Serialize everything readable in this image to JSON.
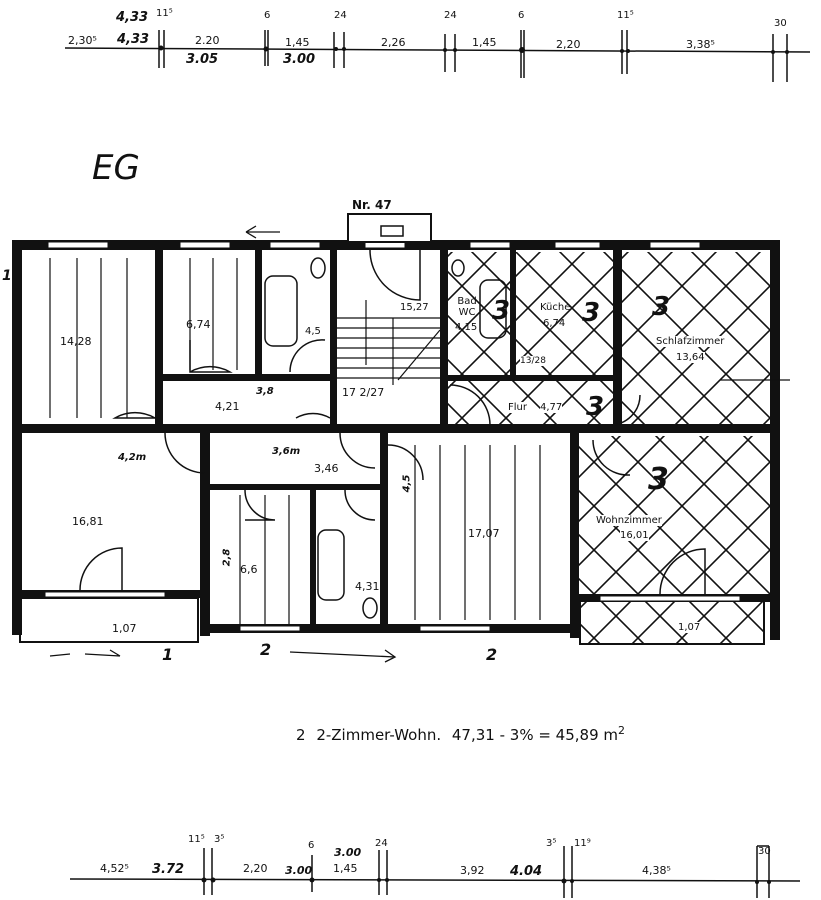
{
  "floor_title": "EG",
  "top_dimension_line": {
    "segments": [
      "2,30⁵",
      "2.20",
      "1,45",
      "2,26",
      "1,45",
      "2,20",
      "3,38⁵"
    ],
    "wall_marks": [
      "11⁵",
      "6",
      "24",
      "24",
      "6",
      "11⁵",
      "30"
    ],
    "handwritten": [
      "4,33",
      "4,33",
      "3.05",
      "3.00"
    ]
  },
  "bottom_dimension_line": {
    "segments": [
      "4,52⁵",
      "2,20",
      "1,45",
      "3,92",
      "4,38⁵"
    ],
    "wall_marks": [
      "11⁵",
      "3⁵",
      "6",
      "24",
      "3⁵",
      "11⁹",
      "30"
    ],
    "handwritten": [
      "3.72",
      "3.00",
      "3.00",
      "4.04"
    ]
  },
  "entrance": {
    "label": "Nr. 47"
  },
  "rooms_left_upper": [
    {
      "id": "room-a",
      "area": "14,28"
    },
    {
      "id": "room-b",
      "area": "6,74"
    },
    {
      "id": "bath-a",
      "area": "4,5"
    },
    {
      "id": "hall-a",
      "area": "4,21",
      "note": "3,8"
    }
  ],
  "stair": {
    "upper": "15,27",
    "lower": "17 2/27"
  },
  "rooms_right_upper": [
    {
      "id": "bad-wc",
      "name": "Bad WC",
      "area": "4,15"
    },
    {
      "id": "kueche",
      "name": "Küche",
      "area": "6,74"
    },
    {
      "id": "schlafzimmer",
      "name": "Schlafzimmer",
      "area": "13,64"
    },
    {
      "id": "flur",
      "name": "Flur",
      "area": "4,77"
    },
    {
      "id": "abstellraum",
      "name": "",
      "area": "13/28"
    }
  ],
  "rooms_lower": [
    {
      "id": "room-c",
      "area": "16,81",
      "note": "4,2m"
    },
    {
      "id": "balcony-left",
      "area": "1,07"
    },
    {
      "id": "hall-b",
      "area": "3,46",
      "note": "3,6m"
    },
    {
      "id": "room-d",
      "area": "6,6",
      "note": "2,8"
    },
    {
      "id": "bath-b",
      "area": "4,31"
    },
    {
      "id": "room-e",
      "area": "17,07",
      "note": "4,5"
    },
    {
      "id": "wohnzimmer",
      "name": "Wohnzimmer",
      "area": "16,01"
    },
    {
      "id": "balcony-right",
      "area": "1,07"
    }
  ],
  "unit_marks": {
    "hatched": "3",
    "bottom": [
      "1",
      "2",
      "2"
    ],
    "side": [
      "1"
    ]
  },
  "caption": {
    "prefix": "2",
    "text": "2-Zimmer-Wohn.",
    "formula": "47,31 - 3% = 45,89 m",
    "superscript": "2"
  }
}
